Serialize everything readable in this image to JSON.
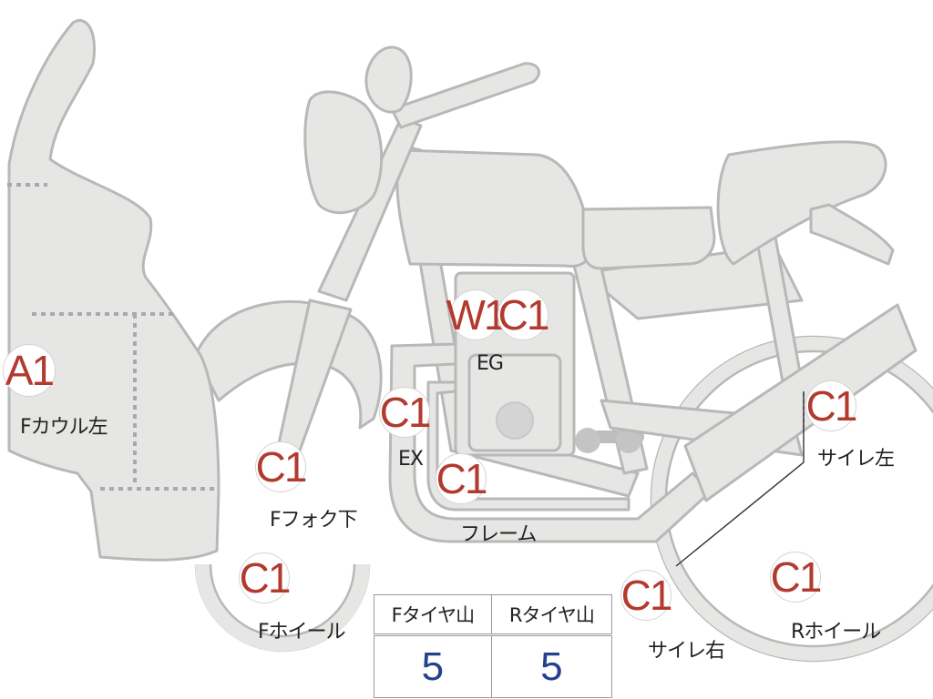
{
  "badges": {
    "f_cowl": "A1",
    "eg_w": "W1",
    "eg_c": "C1",
    "ex": "C1",
    "frame": "C1",
    "f_fork": "C1",
    "f_wheel": "C1",
    "muffler_l": "C1",
    "muffler_r": "C1",
    "r_wheel": "C1"
  },
  "labels": {
    "f_cowl": "Fカウル左",
    "eg": "EG",
    "ex": "EX",
    "f_fork": "Fフォク下",
    "frame": "フレーム",
    "f_wheel": "Fホイール",
    "muffler_l": "サイレ左",
    "muffler_r": "サイレ右",
    "r_wheel": "Rホイール"
  },
  "tire_table": {
    "headers": [
      "Fタイヤ山",
      "Rタイヤ山"
    ],
    "values": [
      "5",
      "5"
    ]
  },
  "colors": {
    "badge_text": "#b23a2e",
    "table_value": "#24418f",
    "part_fill": "#e6e6e4",
    "outline": "#b8b8b8"
  }
}
